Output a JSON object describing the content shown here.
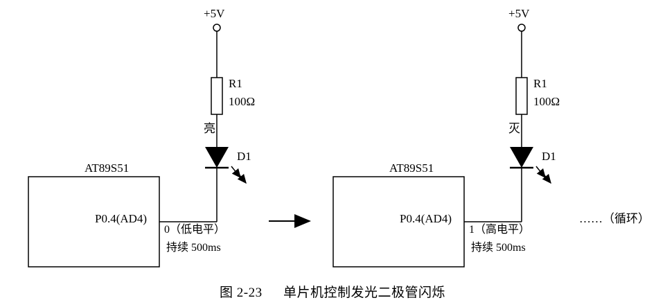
{
  "circuits": {
    "left": {
      "power_label": "+5V",
      "resistor_name": "R1",
      "resistor_value": "100Ω",
      "led_state": "亮",
      "led_name": "D1",
      "chip_name": "AT89S51",
      "pin_label": "P0.4(AD4)",
      "level_label": "0（低电平）",
      "duration_label": "持续 500ms"
    },
    "right": {
      "power_label": "+5V",
      "resistor_name": "R1",
      "resistor_value": "100Ω",
      "led_state": "灭",
      "led_name": "D1",
      "chip_name": "AT89S51",
      "pin_label": "P0.4(AD4)",
      "level_label": "1（高电平）",
      "duration_label": "持续 500ms"
    }
  },
  "loop_label": "……（循环）",
  "caption": {
    "figure_number": "图 2-23",
    "title": "单片机控制发光二极管闪烁"
  }
}
